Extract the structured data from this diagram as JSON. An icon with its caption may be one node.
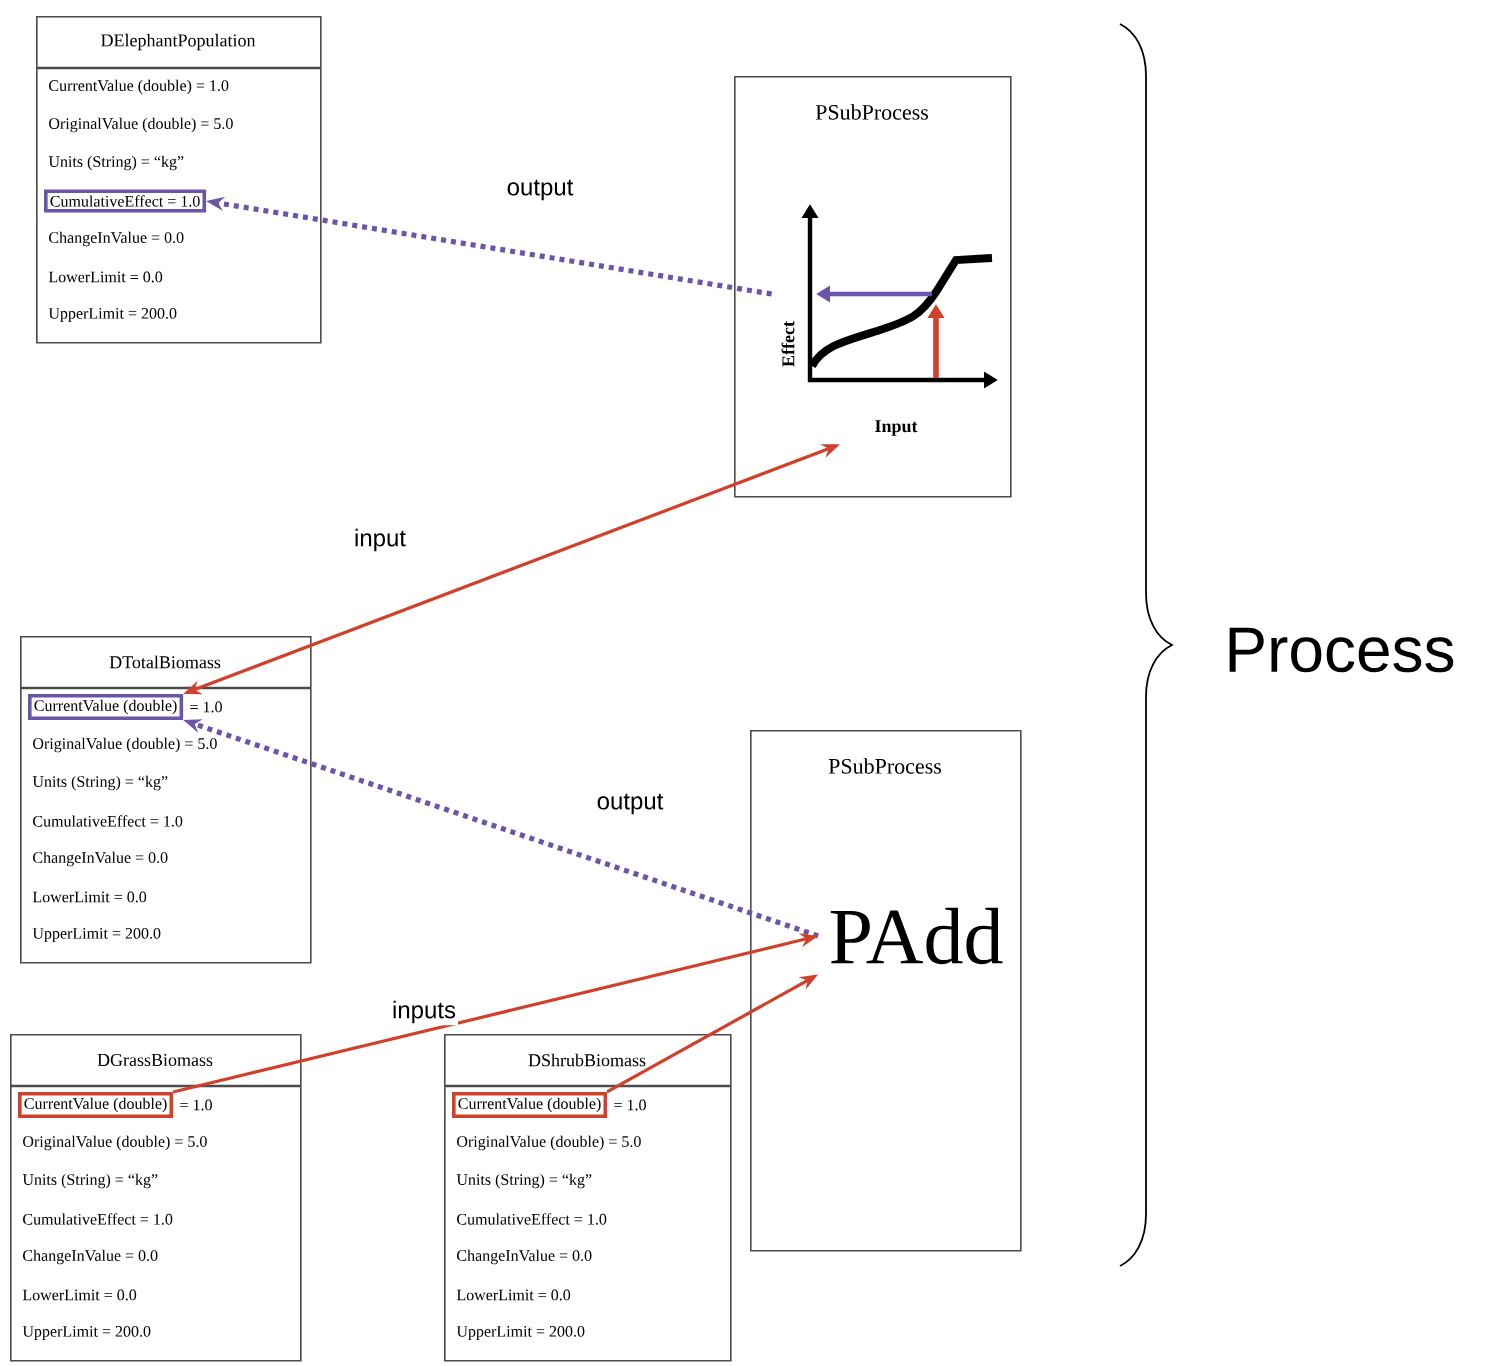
{
  "diagram": {
    "nodes": [
      {
        "text": [
          "DElephantPopulation",
          "CurrentValue (double) = 1.0",
          "OriginalValue (double) = 5.0",
          "Units (String) = “kg”",
          "ChangeInValue = 0.0",
          "LowerLimit = 0.0",
          "UpperLimit = 200.0"
        ]
      },
      {
        "text": [
          "CumulativeEffect = 1.0"
        ],
        "in": 0
      },
      {
        "text": [
          "PSubProcess"
        ]
      },
      {
        "text": [
          "Effect",
          "Input"
        ],
        "in": 2
      },
      {
        "text": [
          "DTotalBiomass",
          "OriginalValue (double) = 5.0",
          "Units (String) = “kg”",
          "CumulativeEffect = 1.0",
          "ChangeInValue = 0.0",
          "LowerLimit = 0.0",
          "UpperLimit = 200.0"
        ]
      },
      {
        "text": [
          "CurrentValue (double)"
        ],
        "in": 4,
        "beside": [
          "= 1.0"
        ]
      },
      {
        "text": [
          "PSubProcess"
        ]
      },
      {
        "text": [
          "PAdd"
        ],
        "in": 6
      },
      {
        "text": [
          "DGrassBiomass",
          "OriginalValue (double) = 5.0",
          "Units (String) = “kg”",
          "CumulativeEffect = 1.0",
          "ChangeInValue = 0.0",
          "LowerLimit = 0.0",
          "UpperLimit = 200.0"
        ]
      },
      {
        "text": [
          "CurrentValue (double)"
        ],
        "in": 8,
        "beside": [
          "= 1.0"
        ]
      },
      {
        "text": [
          "DShrubBiomass",
          "OriginalValue (double) = 5.0",
          "Units (String) = “kg”",
          "CumulativeEffect = 1.0",
          "ChangeInValue = 0.0",
          "LowerLimit = 0.0",
          "UpperLimit = 200.0"
        ]
      },
      {
        "text": [
          "CurrentValue (double)"
        ],
        "in": 10,
        "beside": [
          "= 1.0"
        ]
      }
    ],
    "edges": [
      {
        "from": 3,
        "to": 1,
        "arrow": "to",
        "label": "output",
        "style": "dashed",
        "color": "#6b55a8"
      },
      {
        "from": 5,
        "to": 3,
        "arrow": "both",
        "label": "input"
      },
      {
        "from": 7,
        "to": 5,
        "arrow": "to",
        "label": "output",
        "style": "dashed",
        "color": "#6b55a8"
      },
      {
        "from": 9,
        "to": 7,
        "arrow": "to",
        "label": "inputs"
      },
      {
        "from": 11,
        "to": 7,
        "arrow": "to"
      }
    ],
    "labels": [
      "Process"
    ]
  }
}
